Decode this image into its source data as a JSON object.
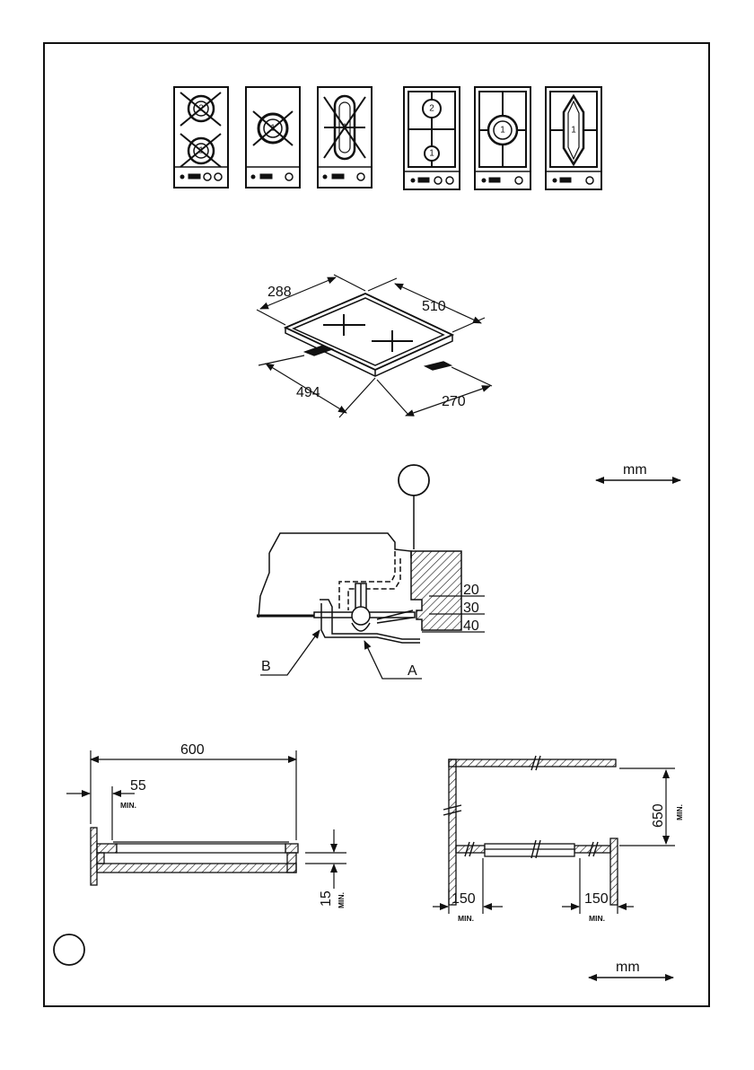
{
  "hob_models": [
    {
      "burners": [
        "2",
        "1"
      ]
    },
    {
      "burners": [
        "1"
      ]
    },
    {
      "burners": [
        "1"
      ]
    },
    {
      "burners": [
        "2",
        "1"
      ]
    },
    {
      "burners": [
        "1"
      ]
    },
    {
      "burners": [
        "1"
      ]
    }
  ],
  "hob_dimensions": {
    "depth": "288",
    "width": "510",
    "cutout_width": "494",
    "cutout_depth": "270"
  },
  "clamp_detail": {
    "values": [
      "20",
      "30",
      "40"
    ],
    "label_b": "B",
    "label_a": "A"
  },
  "unit_label": "mm",
  "installation_left": {
    "total": "600",
    "edge": "55",
    "edge_note": "MIN.",
    "gap": "15",
    "gap_note": "MIN."
  },
  "installation_right": {
    "height": "650",
    "height_note": "MIN.",
    "left": "150",
    "left_note": "MIN.",
    "right": "150",
    "right_note": "MIN."
  },
  "colors": {
    "line": "#111111",
    "paper": "#ffffff"
  }
}
